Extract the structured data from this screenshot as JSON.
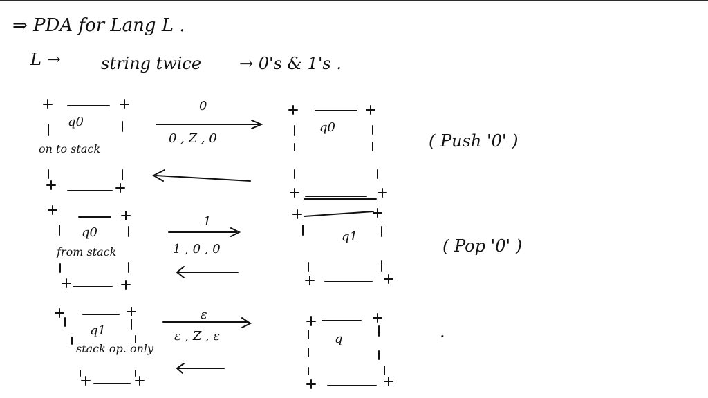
{
  "heading": {
    "line1": "⇒  PDA   for   Lang   L .",
    "line2_left": "L  →",
    "line2_mid": "string   twice",
    "line2_right": "→  0's   &  1's ."
  },
  "rows": [
    {
      "left_state": "q0",
      "left_note": "on to stack",
      "edge_top": "0",
      "edge_bottom": "0 , Z , 0",
      "right_state": "q0",
      "action": "( Push  '0' )"
    },
    {
      "left_state": "q0",
      "left_note": "from stack",
      "edge_top": "1",
      "edge_bottom": "1 , 0 , 0",
      "right_state": "q1",
      "action": "( Pop  '0' )"
    },
    {
      "left_state": "q1",
      "left_note": "stack  op.  only",
      "edge_top": "ε",
      "edge_bottom": "ε , Z , ε",
      "right_state": "q",
      "action": "."
    }
  ],
  "colors": {
    "ink": "#111111",
    "background": "#ffffff"
  }
}
